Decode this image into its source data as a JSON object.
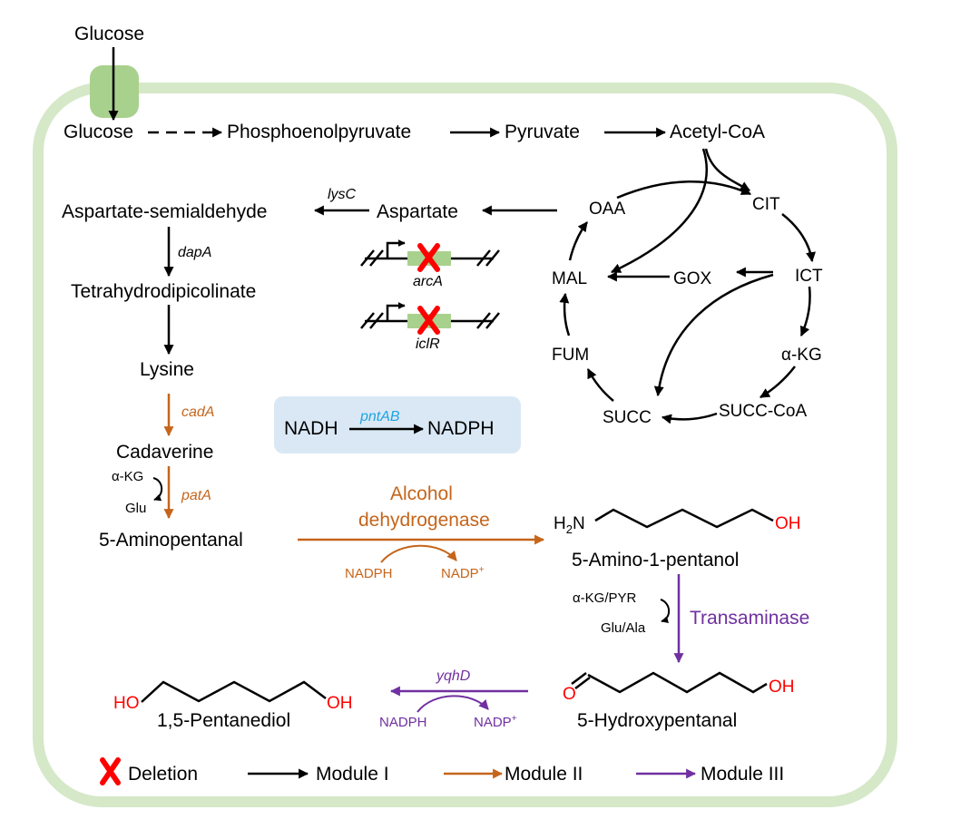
{
  "colors": {
    "module1": "#000000",
    "module2": "#c5651b",
    "module3": "#7030a0",
    "membrane": "#d5e8c8",
    "transporter": "#a9d18e",
    "cofactor_box": "#dae8f5",
    "pntab_text": "#1fa3e0",
    "deletion": "#ff0000",
    "oxygen": "#ff0000",
    "gene_green": "#a9d18e"
  },
  "upper": {
    "glucose_outside": "Glucose",
    "glucose_inside": "Glucose",
    "pep": "Phosphoenolpyruvate",
    "pyruvate": "Pyruvate",
    "acetyl_coa": "Acetyl-CoA"
  },
  "lysine_path": {
    "aspartate": "Aspartate",
    "lysC": "lysC",
    "asa": "Aspartate-semialdehyde",
    "dapA": "dapA",
    "thdp": "Tetrahydrodipicolinate",
    "lysine": "Lysine"
  },
  "tca": {
    "oaa": "OAA",
    "cit": "CIT",
    "ict": "ICT",
    "akg": "α-KG",
    "succ_coa": "SUCC-CoA",
    "succ": "SUCC",
    "fum": "FUM",
    "mal": "MAL",
    "gox": "GOX"
  },
  "deletions": {
    "arcA": "arcA",
    "iclR": "iclR"
  },
  "cofactor": {
    "nadh": "NADH",
    "nadph": "NADPH",
    "pntAB": "pntAB"
  },
  "module2": {
    "cadA": "cadA",
    "cadaverine": "Cadaverine",
    "akg": "α-KG",
    "glu": "Glu",
    "patA": "patA",
    "aminopentanal": "5-Aminopentanal",
    "adh_line1": "Alcohol",
    "adh_line2": "dehydrogenase",
    "nadph": "NADPH",
    "nadp_base": "NADP",
    "nadp_sup": "+"
  },
  "module3": {
    "amino_pentanol": "5-Amino-1-pentanol",
    "h2n_h": "H",
    "h2n_sub": "2",
    "h2n_n": "N",
    "oh": "OH",
    "akg_pyr": "α-KG/PYR",
    "glu_ala": "Glu/Ala",
    "transaminase": "Transaminase",
    "hydroxypentanal": "5-Hydroxypentanal",
    "aldehyde_o": "O",
    "oh2": "OH",
    "yqhD": "yqhD",
    "nadph": "NADPH",
    "nadp_base": "NADP",
    "nadp_sup": "+",
    "pentanediol": "1,5-Pentanediol",
    "ho": "HO",
    "oh3": "OH"
  },
  "legend": {
    "deletion": "Deletion",
    "module1": "Module I",
    "module2": "Module II",
    "module3": "Module III"
  }
}
